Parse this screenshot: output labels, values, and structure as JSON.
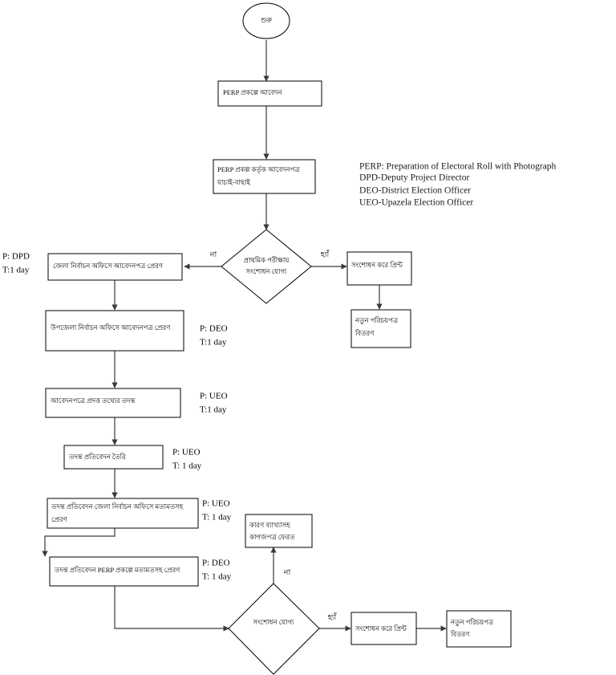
{
  "diagram": {
    "title": "PERP National ID Correction Process Flowchart",
    "language": "Bengali",
    "background_color": "#ffffff",
    "line_color": "#3a3a3a",
    "shape_stroke_color": "#000000"
  },
  "nodes": {
    "start": {
      "label": "শুরু",
      "shape": "oval"
    },
    "apply": {
      "label": "PERP প্রকল্পে আবেদন",
      "shape": "rect"
    },
    "verify": {
      "line1": "PERP প্রকল্প কর্তৃক আবেদনপত্র",
      "line2": "যাচাই-বাছাই",
      "shape": "rect"
    },
    "decision1": {
      "line1": "প্রাথমিক পরীক্ষায়",
      "line2": "সংশোধন যোগ্য",
      "shape": "diamond"
    },
    "district_send": {
      "label": "জেলা নির্বাচন অফিসে আবেদনপত্র প্রেরণ",
      "shape": "rect"
    },
    "upazela_send": {
      "label": "উপজেলা নির্বাচন অফিসে আবেদনপত্র প্রেরণ",
      "shape": "rect"
    },
    "investigate": {
      "label": "আবেদনপত্রে প্রদত্ত তথ্যের তদন্ত",
      "shape": "rect"
    },
    "report_make": {
      "label": "তদন্ত প্রতিবেদন তৈরি",
      "shape": "rect"
    },
    "report_to_district": {
      "line1": "তদন্ত প্রতিবেদন জেলা নির্বাচন অফিসে মতামতসহ",
      "line2": "প্রেরণ",
      "shape": "rect"
    },
    "report_to_perp": {
      "label": "তদন্ত প্রতিবেদন PERP প্রকল্পে মতামতসহ প্রেরণ",
      "shape": "rect"
    },
    "decision2": {
      "label": "সংশোধন যোগ্য",
      "shape": "diamond"
    },
    "correct_print_top": {
      "label": "সংশোধন করে প্রিন্ট",
      "shape": "rect"
    },
    "new_id_top": {
      "line1": "নতুন পরিচয়পত্র",
      "line2": "বিতরণ",
      "shape": "rect"
    },
    "return_docs": {
      "line1": "কারণ ব্যাখ্যাসহ",
      "line2": "কাগজপত্র ফেরত",
      "shape": "rect"
    },
    "correct_print_bottom": {
      "label": "সংশোধন করে প্রিন্ট",
      "shape": "rect"
    },
    "new_id_bottom": {
      "line1": "নতুন পরিচয়পত্র",
      "line2": "বিতরণ",
      "shape": "rect"
    }
  },
  "edge_labels": {
    "no1": "না",
    "yes1": "হ্যাঁ",
    "no2": "না",
    "yes2": "হ্যাঁ"
  },
  "annotations": {
    "dpd": {
      "person": "P: DPD",
      "time": "T:1 day"
    },
    "deo1": {
      "person": "P: DEO",
      "time": "T:1 day"
    },
    "ueo1": {
      "person": "P: UEO",
      "time": "T:1 day"
    },
    "ueo2": {
      "person": "P: UEO",
      "time": "T: 1 day"
    },
    "ueo3": {
      "person": "P: UEO",
      "time": "T: 1 day"
    },
    "deo2": {
      "person": "P: DEO",
      "time": "T: 1 day"
    }
  },
  "legend": {
    "lines": [
      "PERP: Preparation of Electoral Roll with Photograph",
      "DPD-Deputy Project Director",
      "DEO-District Election Officer",
      "UEO-Upazela Election Officer"
    ]
  }
}
